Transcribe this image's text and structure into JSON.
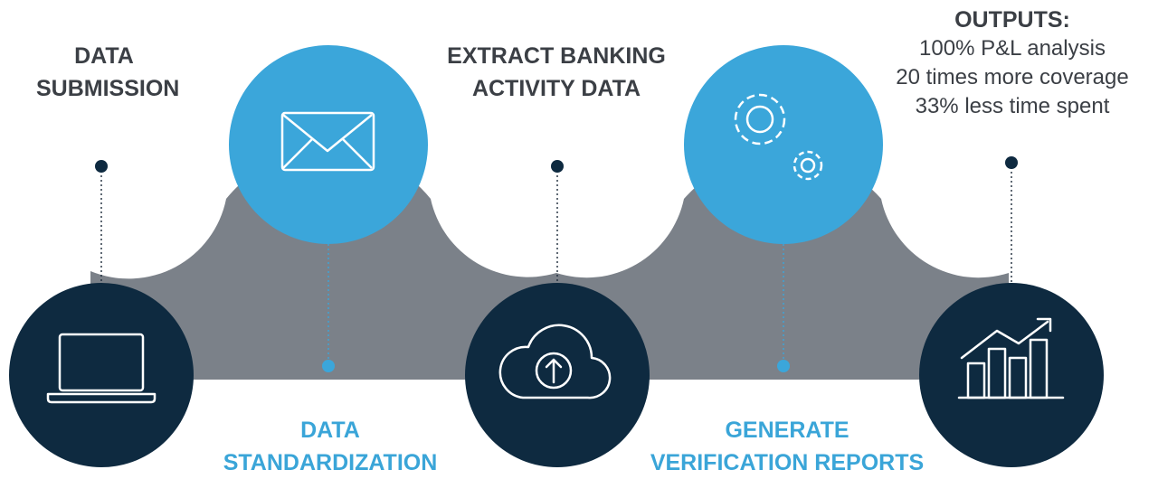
{
  "steps": [
    {
      "icon": "laptop-icon",
      "label_lines": [
        "DATA",
        "SUBMISSION"
      ]
    },
    {
      "icon": "envelope-icon",
      "label_lines": [
        "DATA",
        "STANDARDIZATION"
      ]
    },
    {
      "icon": "cloud-upload-icon",
      "label_lines": [
        "EXTRACT BANKING",
        "ACTIVITY DATA"
      ]
    },
    {
      "icon": "gears-icon",
      "label_lines": [
        "GENERATE",
        "VERIFICATION REPORTS"
      ]
    },
    {
      "icon": "bar-chart-growth-icon",
      "label_lines": []
    }
  ],
  "outputs": {
    "title": "OUTPUTS:",
    "lines": [
      "100% P&L analysis",
      "20 times more coverage",
      "33% less time spent"
    ]
  },
  "colors": {
    "dark": "#0e2a40",
    "blue": "#3ba6da",
    "gray": "#7b8189",
    "text_dark": "#3b3f45",
    "text_blue": "#3aa5d8"
  }
}
